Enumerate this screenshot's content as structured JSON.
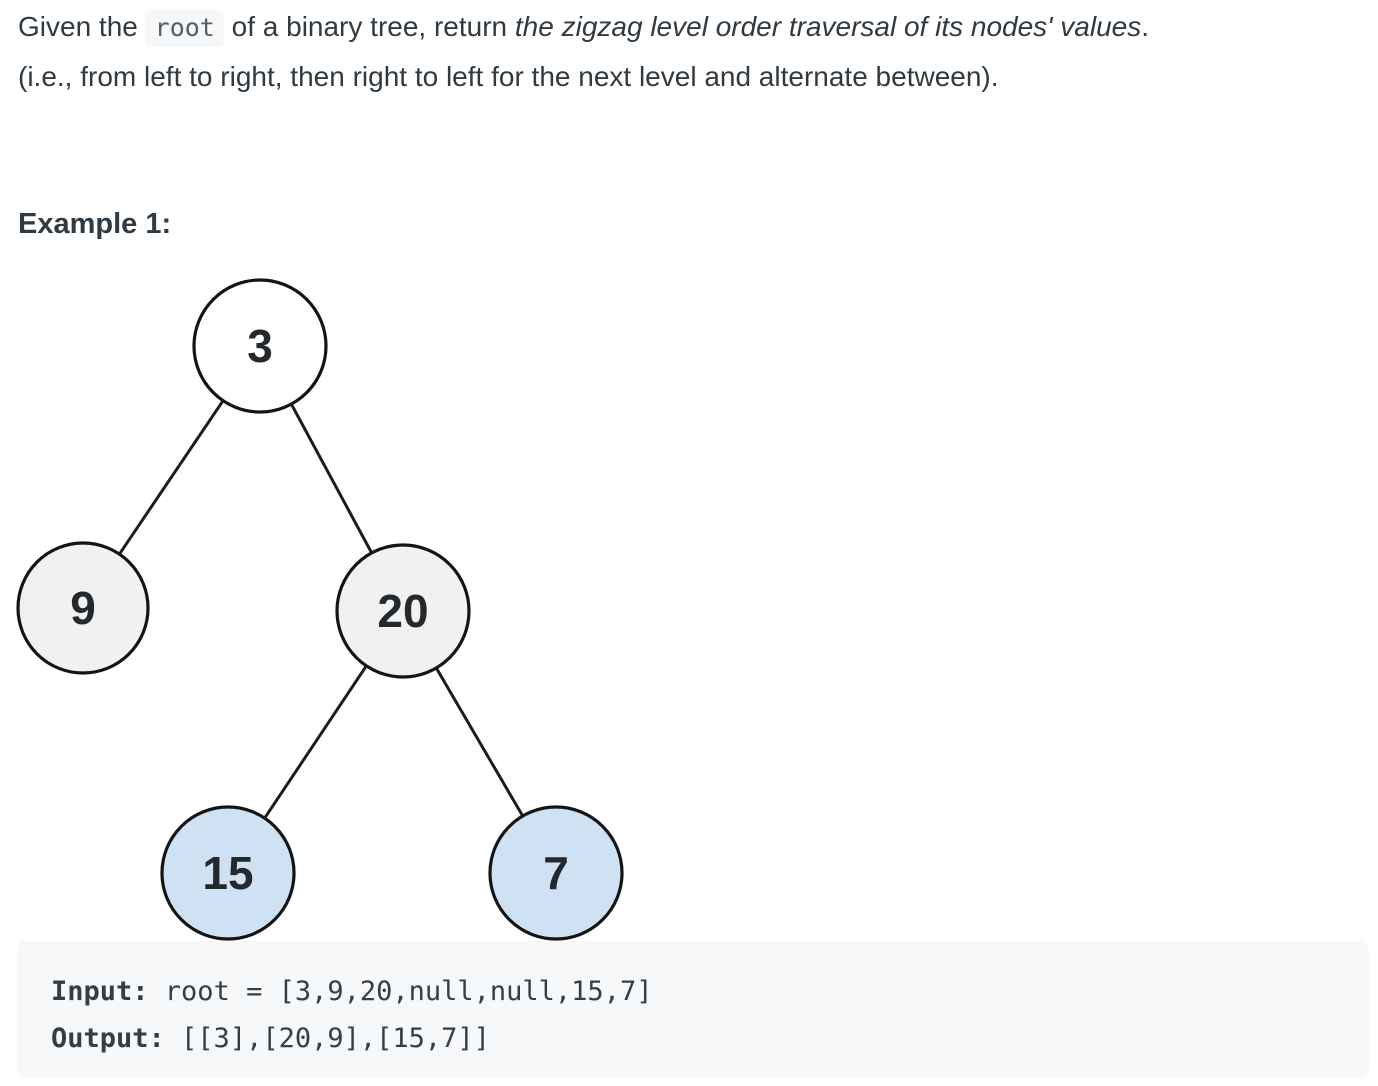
{
  "problem": {
    "statement": {
      "prefix": "Given the ",
      "code": "root",
      "middle": " of a binary tree, return ",
      "emphasis": "the zigzag level order traversal of its nodes' values",
      "suffix": ".",
      "line2": "(i.e., from left to right, then right to left for the next level and alternate between)."
    },
    "example_heading": "Example 1:"
  },
  "tree": {
    "nodes": [
      {
        "value": "3",
        "fill": "#ffffff"
      },
      {
        "value": "9",
        "fill": "#f1f1f1"
      },
      {
        "value": "20",
        "fill": "#f1f1f1"
      },
      {
        "value": "15",
        "fill": "#cfe2f3"
      },
      {
        "value": "7",
        "fill": "#cfe2f3"
      }
    ],
    "edges": [
      [
        "3",
        "9"
      ],
      [
        "3",
        "20"
      ],
      [
        "20",
        "15"
      ],
      [
        "20",
        "7"
      ]
    ]
  },
  "example": {
    "input_label": "Input:",
    "input_value": "root = [3,9,20,null,null,15,7]",
    "output_label": "Output:",
    "output_value": "[[3],[20,9],[15,7]]"
  },
  "colors": {
    "text": "#2f3a42",
    "inline_code_text": "#51606c",
    "inline_code_bg": "#f6f7f8",
    "code_block_bg": "#f7f8fa",
    "node_stroke": "#141414",
    "node_root_fill": "#ffffff",
    "node_level1_fill": "#f1f1f1",
    "node_level2_fill": "#cfe2f3"
  }
}
